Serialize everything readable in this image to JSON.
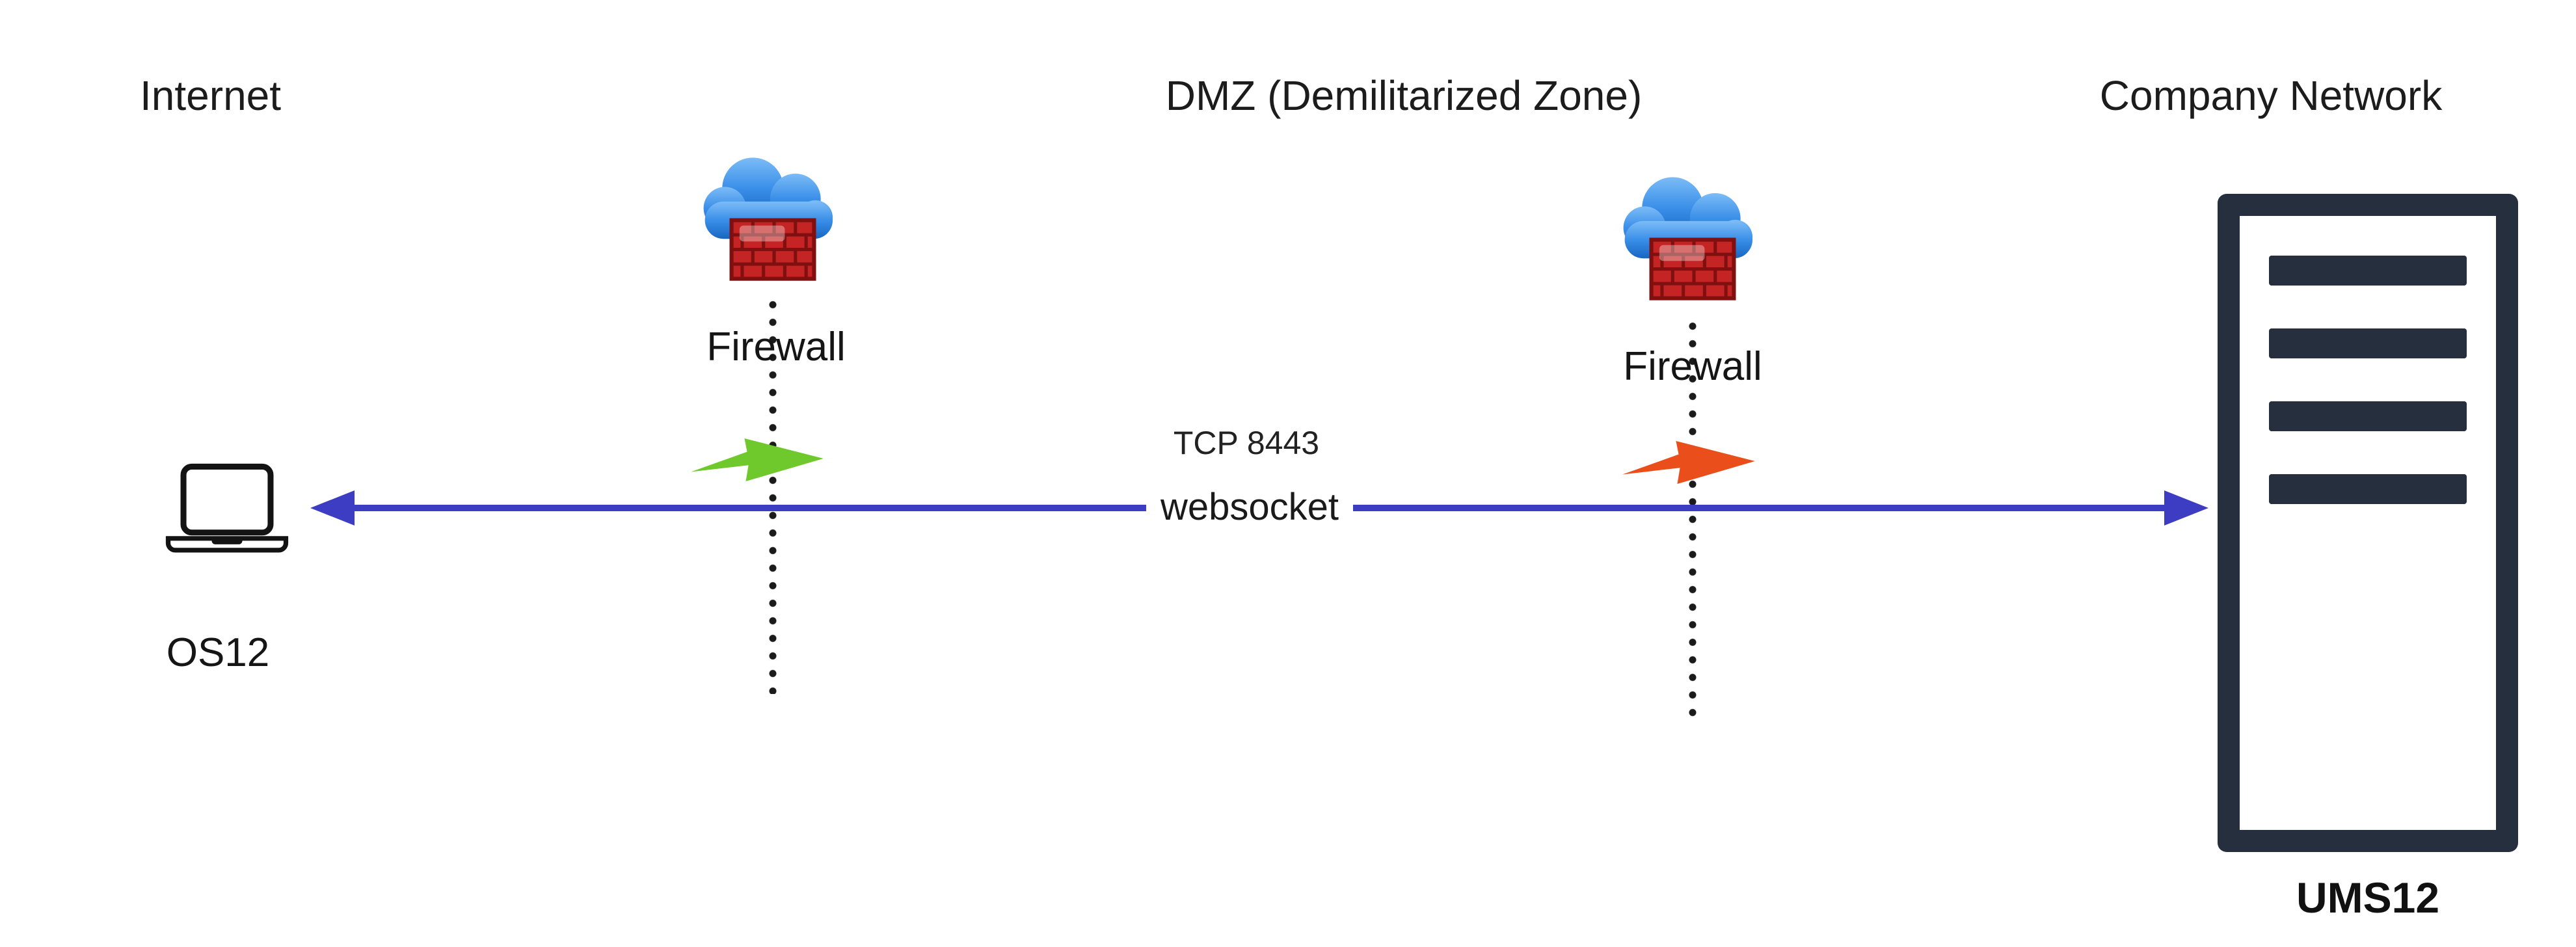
{
  "zones": {
    "internet": "Internet",
    "dmz": "DMZ (Demilitarized Zone)",
    "company_network": "Company Network"
  },
  "nodes": {
    "client": {
      "label": "OS12",
      "icon": "laptop-icon"
    },
    "firewall_left": {
      "label": "Firewall",
      "icon": "cloud-firewall-icon"
    },
    "firewall_right": {
      "label": "Firewall",
      "icon": "cloud-firewall-icon"
    },
    "server": {
      "label": "UMS12",
      "icon": "server-icon"
    }
  },
  "connection": {
    "port": "TCP 8443",
    "protocol": "websocket",
    "direction": "bidirectional"
  },
  "colors": {
    "arrow_blue": "#3d3dc4",
    "arrow_green": "#6fc92d",
    "arrow_red": "#e94e1b",
    "server_dark": "#252f3d",
    "cloud_blue": "#2e86e0",
    "brick_red": "#c42424",
    "text": "#1a1a1a"
  }
}
